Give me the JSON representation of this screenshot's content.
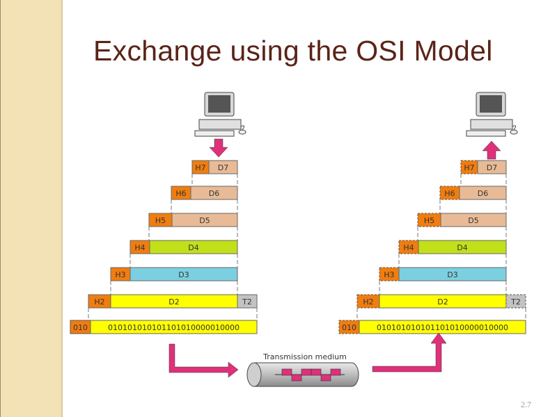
{
  "title": "Exchange using the OSI Model",
  "page_number": "2.7",
  "medium_label": "Transmission medium",
  "bitstream": "010101010101101010000010000",
  "preamble": "010",
  "layers": [
    {
      "header": "H7",
      "data": "D7",
      "color": "#e8bb96"
    },
    {
      "header": "H6",
      "data": "D6",
      "color": "#e8bb96"
    },
    {
      "header": "H5",
      "data": "D5",
      "color": "#e8bb96"
    },
    {
      "header": "H4",
      "data": "D4",
      "color": "#c1e01a"
    },
    {
      "header": "H3",
      "data": "D3",
      "color": "#7ccfe0"
    },
    {
      "header": "H2",
      "data": "D2",
      "color": "#ffff00",
      "trailer": "T2"
    }
  ],
  "colors": {
    "header": "#f07d10",
    "trailer": "#c3c3c3",
    "bits": "#ffff00",
    "arrow": "#e0307a"
  }
}
